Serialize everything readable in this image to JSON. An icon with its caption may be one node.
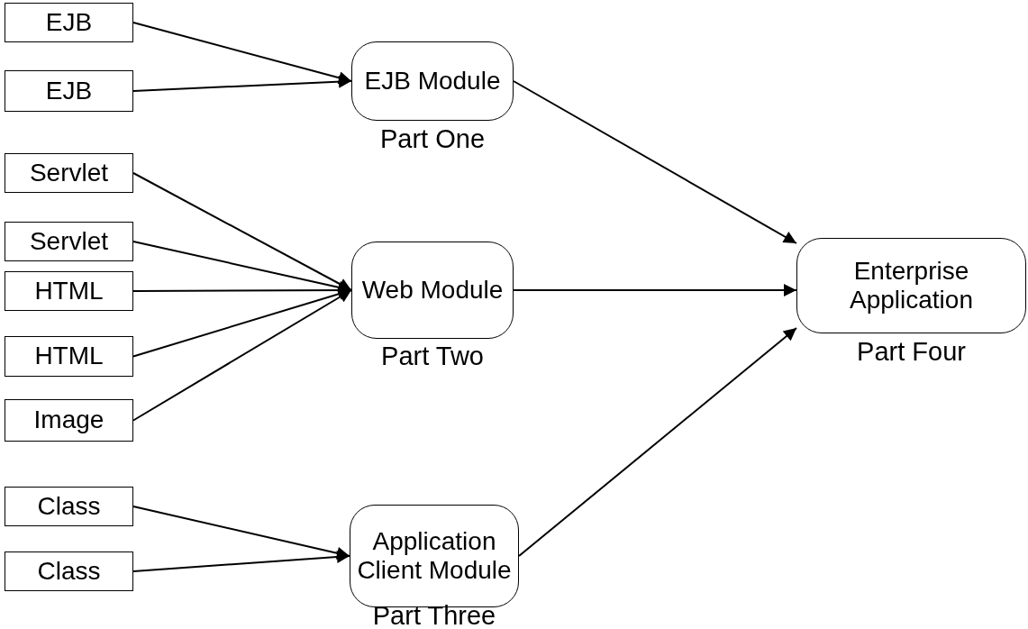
{
  "diagram": {
    "nodes": [
      {
        "text": [
          "EJB"
        ]
      },
      {
        "text": [
          "EJB"
        ]
      },
      {
        "text": [
          "EJB Module"
        ],
        "beside": [
          "Part One"
        ]
      },
      {
        "text": [
          "Servlet"
        ]
      },
      {
        "text": [
          "Servlet"
        ]
      },
      {
        "text": [
          "HTML"
        ]
      },
      {
        "text": [
          "HTML"
        ]
      },
      {
        "text": [
          "Image"
        ]
      },
      {
        "text": [
          "Web Module"
        ],
        "beside": [
          "Part Two"
        ]
      },
      {
        "text": [
          "Enterprise Application"
        ],
        "beside": [
          "Part Four"
        ]
      },
      {
        "text": [
          "Class"
        ]
      },
      {
        "text": [
          "Class"
        ]
      },
      {
        "text": [
          "Application Client Module"
        ],
        "beside": [
          "Part Three"
        ]
      }
    ],
    "edges": [
      {
        "from": 0,
        "to": 2,
        "arrow": "to"
      },
      {
        "from": 1,
        "to": 2,
        "arrow": "to"
      },
      {
        "from": 3,
        "to": 8,
        "arrow": "to"
      },
      {
        "from": 4,
        "to": 8,
        "arrow": "to"
      },
      {
        "from": 5,
        "to": 8,
        "arrow": "to"
      },
      {
        "from": 6,
        "to": 8,
        "arrow": "to"
      },
      {
        "from": 7,
        "to": 8,
        "arrow": "to"
      },
      {
        "from": 10,
        "to": 12,
        "arrow": "to"
      },
      {
        "from": 11,
        "to": 12,
        "arrow": "to"
      },
      {
        "from": 2,
        "to": 9,
        "arrow": "to"
      },
      {
        "from": 8,
        "to": 9,
        "arrow": "to"
      },
      {
        "from": 12,
        "to": 9,
        "arrow": "to"
      }
    ]
  }
}
